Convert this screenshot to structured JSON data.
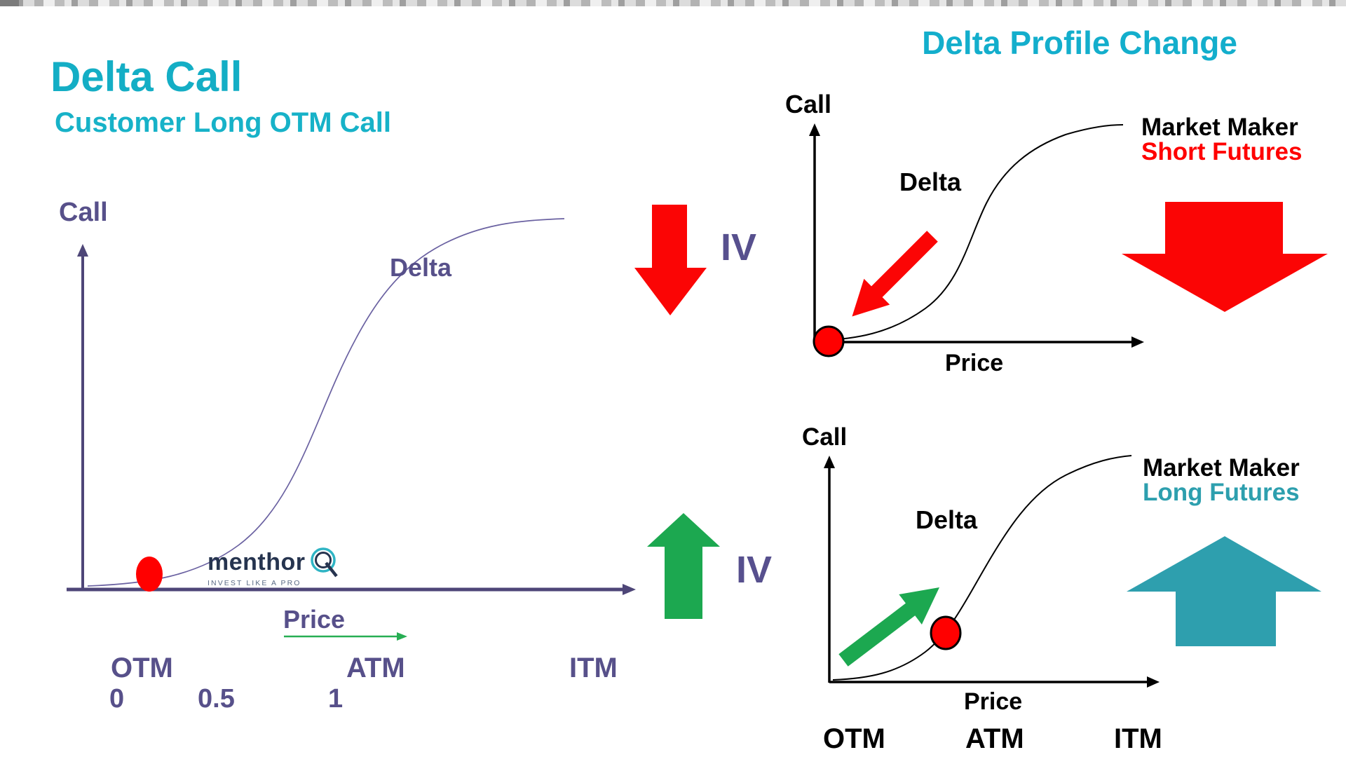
{
  "header": {
    "title": "Delta Call",
    "subtitle": "Customer Long OTM Call"
  },
  "left_chart": {
    "y_axis_label": "Call",
    "curve_label": "Delta",
    "x_axis_label": "Price",
    "x_ticks": [
      "OTM",
      "ATM",
      "ITM"
    ],
    "delta_ticks": [
      "0",
      "0.5",
      "1"
    ]
  },
  "logo": {
    "name": "menthor",
    "tagline": "INVEST LIKE A PRO"
  },
  "middle": {
    "iv_down_label": "IV",
    "iv_up_label": "IV"
  },
  "right": {
    "title": "Delta Profile Change",
    "top_chart": {
      "y_axis_label": "Call",
      "curve_label": "Delta",
      "x_axis_label": "Price",
      "annotation_line1": "Market Maker",
      "annotation_line2": "Short Futures"
    },
    "bottom_chart": {
      "y_axis_label": "Call",
      "curve_label": "Delta",
      "x_axis_label": "Price",
      "x_ticks": [
        "OTM",
        "ATM",
        "ITM"
      ],
      "annotation_line1": "Market Maker",
      "annotation_line2": "Long Futures"
    }
  },
  "colors": {
    "teal_title": "#14AEC5",
    "purple_text": "#57508A",
    "purple_axis": "#4E4678",
    "curve_purple": "#6A61A1",
    "red": "#FF0000",
    "green": "#1CA850",
    "teal_arrow": "#2E9FAE",
    "black": "#000000"
  },
  "chart_data": [
    {
      "id": "left-delta-call-curve",
      "type": "line",
      "title": "Delta Call — Customer Long OTM Call",
      "xlabel": "Price",
      "ylabel": "Call",
      "x_ticks": [
        "OTM",
        "ATM",
        "ITM"
      ],
      "delta_axis_values": [
        0,
        0.5,
        1
      ],
      "series": [
        {
          "name": "Delta",
          "shape": "increasing sigmoid from 0 at OTM to 1 at ITM"
        }
      ],
      "marker": {
        "color": "#FF0000",
        "position": "OTM",
        "approx_delta": 0.05
      },
      "grid": false,
      "legend": "none"
    },
    {
      "id": "delta-profile-iv-down",
      "type": "line",
      "title": "Delta Profile Change — IV down",
      "xlabel": "Price",
      "ylabel": "Call",
      "series": [
        {
          "name": "Delta",
          "shape": "increasing sigmoid"
        }
      ],
      "marker": {
        "color": "#FF0000",
        "position": "origin (deep OTM)",
        "approx_delta": 0
      },
      "trend_arrow": {
        "color": "#FF0000",
        "direction": "down-left along curve"
      },
      "annotation": "Market Maker Short Futures",
      "grid": false
    },
    {
      "id": "delta-profile-iv-up",
      "type": "line",
      "title": "Delta Profile Change — IV up",
      "xlabel": "Price",
      "ylabel": "Call",
      "x_ticks": [
        "OTM",
        "ATM",
        "ITM"
      ],
      "series": [
        {
          "name": "Delta",
          "shape": "increasing sigmoid"
        }
      ],
      "marker": {
        "color": "#FF0000",
        "position": "near ATM",
        "approx_delta": 0.45
      },
      "trend_arrow": {
        "color": "#1CA850",
        "direction": "up-right along curve"
      },
      "annotation": "Market Maker Long Futures",
      "grid": false
    }
  ]
}
